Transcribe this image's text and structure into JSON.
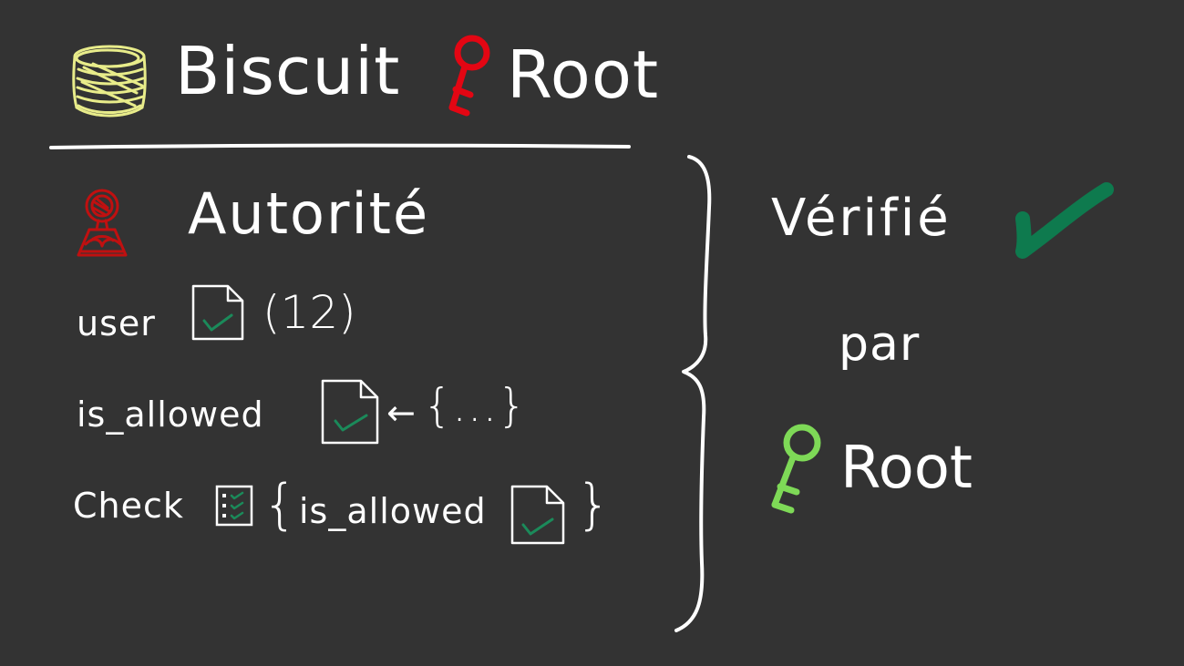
{
  "colors": {
    "background": "#333333",
    "chalk": "#ffffff",
    "biscuit": "#e8ec8a",
    "root_key": "#e30613",
    "authority": "#c01010",
    "verified_check": "#0e7a4e",
    "verified_key": "#7ed957",
    "doc_check": "#1b8a5a"
  },
  "icons": {
    "title_biscuit": "biscuit-icon",
    "title_key": "red-key-icon",
    "authority": "authority-seal-icon",
    "fact_doc": "fact-document-icon",
    "checklist": "checklist-icon",
    "verified": "green-checkmark-icon",
    "root_key": "green-key-icon",
    "brace": "right-curly-brace"
  },
  "title": {
    "biscuit": "Biscuit",
    "root": "Root"
  },
  "section": {
    "heading": "Autorité"
  },
  "lines": {
    "user": {
      "label": "user",
      "args": "(12)"
    },
    "is_allowed": {
      "label": "is_allowed",
      "arrow": "←",
      "body": "{…}"
    },
    "check": {
      "label": "Check",
      "open_brace": "{",
      "inner": "is_allowed",
      "close_brace": "}"
    }
  },
  "verification": {
    "verified": "Vérifié",
    "by": "par",
    "root": "Root"
  }
}
